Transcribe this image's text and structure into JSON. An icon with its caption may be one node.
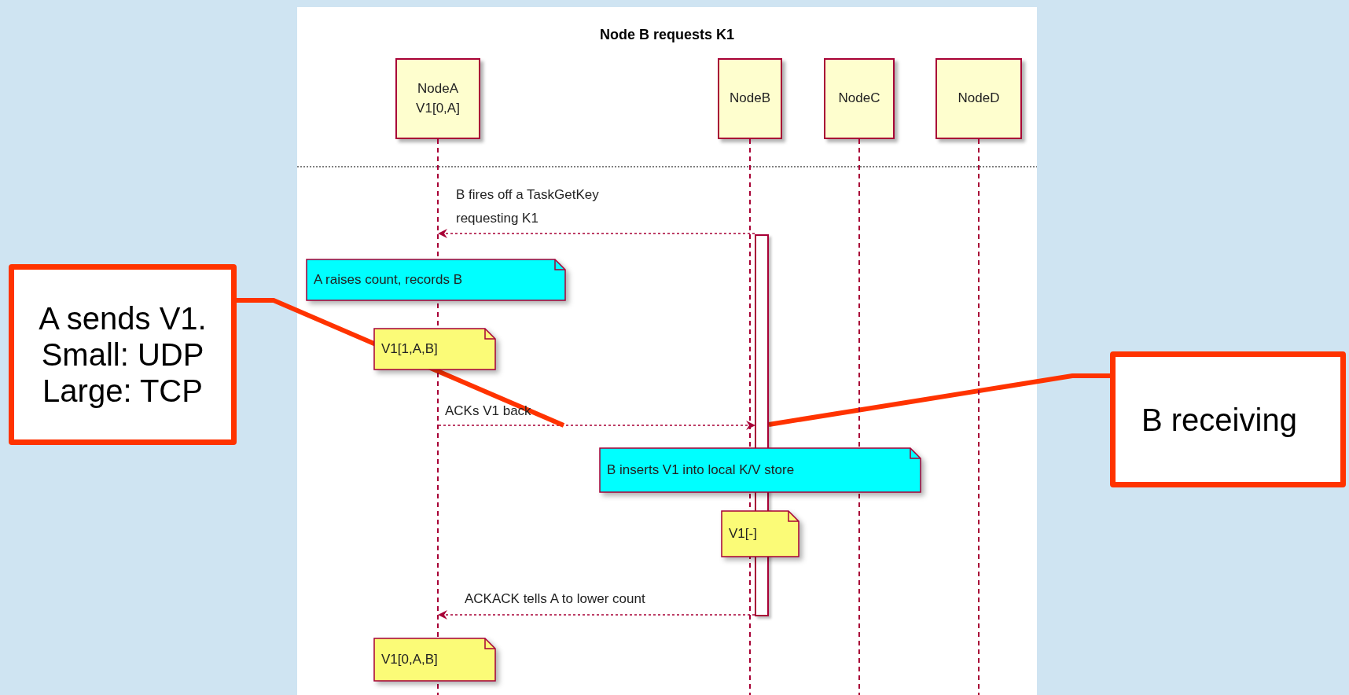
{
  "diagram": {
    "title": "Node B requests K1",
    "nodes": [
      {
        "text": [
          "NodeA",
          "V1[0,A]"
        ]
      },
      {
        "text": [
          "NodeB"
        ]
      },
      {
        "text": [
          "NodeC"
        ]
      },
      {
        "text": [
          "NodeD"
        ]
      },
      {
        "text": [],
        "shape": "line"
      },
      {
        "text": [],
        "shape": "line"
      },
      {
        "text": [],
        "shape": "line"
      },
      {
        "text": [],
        "shape": "line"
      },
      {
        "text": [],
        "shape": "bar"
      },
      {
        "text": [
          "A raises count, records B"
        ]
      },
      {
        "text": [
          "A sends V1. Small: UDP Large: TCP"
        ]
      },
      {
        "text": [
          "V1[1,A,B]"
        ]
      },
      {
        "text": [
          "B receiving"
        ]
      },
      {
        "text": [
          "B inserts V1 into local K/V store"
        ]
      },
      {
        "text": [
          "V1[-]"
        ]
      },
      {
        "text": [
          "V1[0,A,B]"
        ]
      }
    ],
    "edges": [
      {
        "from": 8,
        "to": 4,
        "arrow": "to",
        "label": "B fires off a TaskGetKey requesting K1",
        "style": "dashed"
      },
      {
        "from": 4,
        "to": 8,
        "arrow": "to",
        "label": "ACKs V1 back",
        "style": "dashed"
      },
      {
        "from": 8,
        "to": 4,
        "arrow": "to",
        "label": "ACKACK tells A to lower count",
        "style": "dashed"
      },
      {
        "from": 10,
        "to": null,
        "arrow": "none",
        "style": "thick",
        "color": "#ff3300"
      },
      {
        "from": 12,
        "to": 8,
        "arrow": "none",
        "style": "thick",
        "color": "#ff3300"
      }
    ]
  }
}
